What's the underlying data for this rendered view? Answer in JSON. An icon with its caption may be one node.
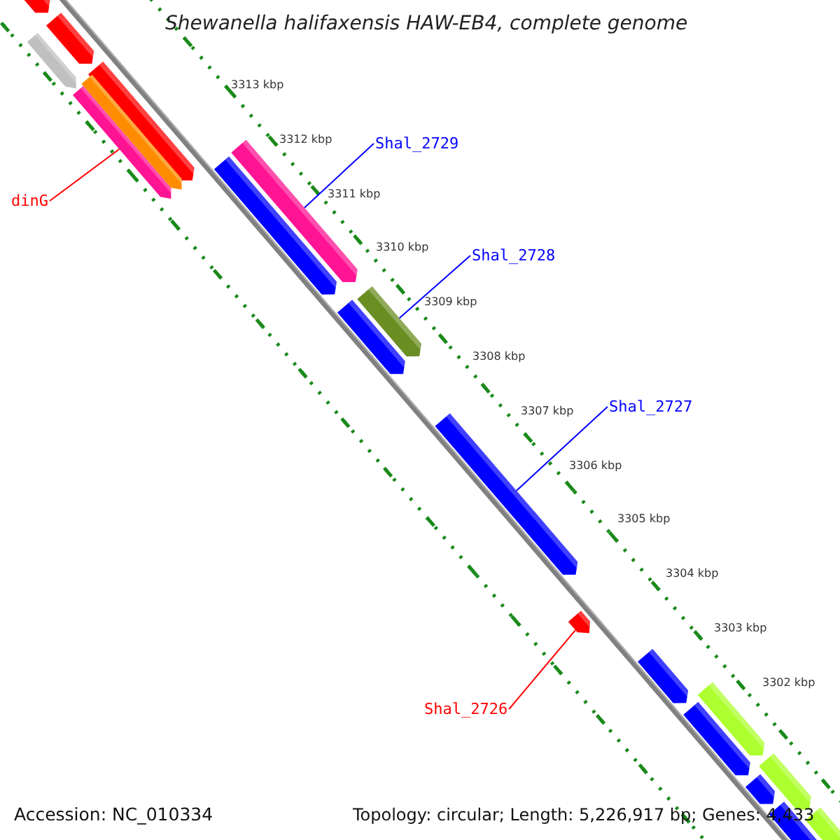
{
  "diagram": {
    "title": "Shewanella halifaxensis HAW-EB4, complete genome",
    "nodes": [
      {
        "text": [
          "dinG"
        ]
      },
      {
        "text": [],
        "shape": "bar"
      },
      {
        "text": [
          "Shal_2729"
        ]
      },
      {
        "text": [],
        "shape": "bar"
      },
      {
        "text": [
          "Shal_2728"
        ]
      },
      {
        "text": [],
        "shape": "bar"
      },
      {
        "text": [
          "Shal_2727"
        ]
      },
      {
        "text": [],
        "shape": "bar"
      },
      {
        "text": [
          "Shal_2726"
        ]
      },
      {
        "text": [],
        "shape": "bar"
      },
      {
        "text": [],
        "shape": "bar"
      },
      {
        "text": [],
        "shape": "bar"
      },
      {
        "text": [],
        "shape": "bar"
      },
      {
        "text": [],
        "shape": "bar"
      },
      {
        "text": [],
        "shape": "bar"
      },
      {
        "text": [],
        "shape": "bar"
      },
      {
        "text": [],
        "shape": "bar"
      },
      {
        "text": [],
        "shape": "bar"
      },
      {
        "text": [],
        "shape": "bar"
      },
      {
        "text": [],
        "shape": "bar"
      },
      {
        "text": [],
        "shape": "bar"
      },
      {
        "text": [],
        "shape": "bar"
      },
      {
        "text": [],
        "shape": "bar"
      },
      {
        "text": [],
        "shape": "bar"
      }
    ],
    "edges": [
      {
        "from": 0,
        "to": 1,
        "arrow": "none",
        "color": "#ff0000"
      },
      {
        "from": 2,
        "to": 3,
        "arrow": "none",
        "color": "#0000ff"
      },
      {
        "from": 4,
        "to": 5,
        "arrow": "none",
        "color": "#0000ff"
      },
      {
        "from": 6,
        "to": 7,
        "arrow": "none",
        "color": "#0000ff"
      },
      {
        "from": 8,
        "to": 9,
        "arrow": "none",
        "color": "#ff0000"
      }
    ],
    "labels": [
      "3313 kbp",
      "3312 kbp",
      "3311 kbp",
      "3310 kbp",
      "3309 kbp",
      "3308 kbp",
      "3307 kbp",
      "3306 kbp",
      "3305 kbp",
      "3304 kbp",
      "3303 kbp",
      "3302 kbp",
      "Accession: NC_010334",
      "Topology: circular; Length: 5,226,917 bp; Genes: 4,433"
    ]
  }
}
